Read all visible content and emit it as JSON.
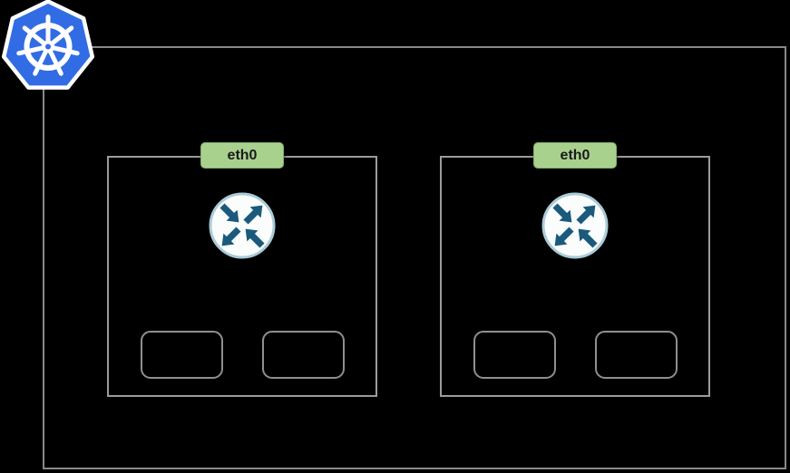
{
  "colors": {
    "background": "#000000",
    "node_border_gray": "#898989",
    "pod_border_gray": "#9b9b9b",
    "container_border_gray": "#8f8f8f",
    "kubernetes_blue": "#326ce5",
    "badge_green": "#a9d18e",
    "badge_text": "#1a1a1a",
    "router_fill": "#fbfdfd",
    "router_ring": "#a9cbd7",
    "router_arrow": "#1b5a7c",
    "logo_white": "#ffffff"
  },
  "icons": {
    "logo": "kubernetes-logo-icon",
    "router": "router-icon"
  },
  "cluster": {
    "node": {
      "pod_count": 2
    }
  },
  "pods": [
    {
      "interface_label": "eth0",
      "container_count": 2
    },
    {
      "interface_label": "eth0",
      "container_count": 2
    }
  ]
}
